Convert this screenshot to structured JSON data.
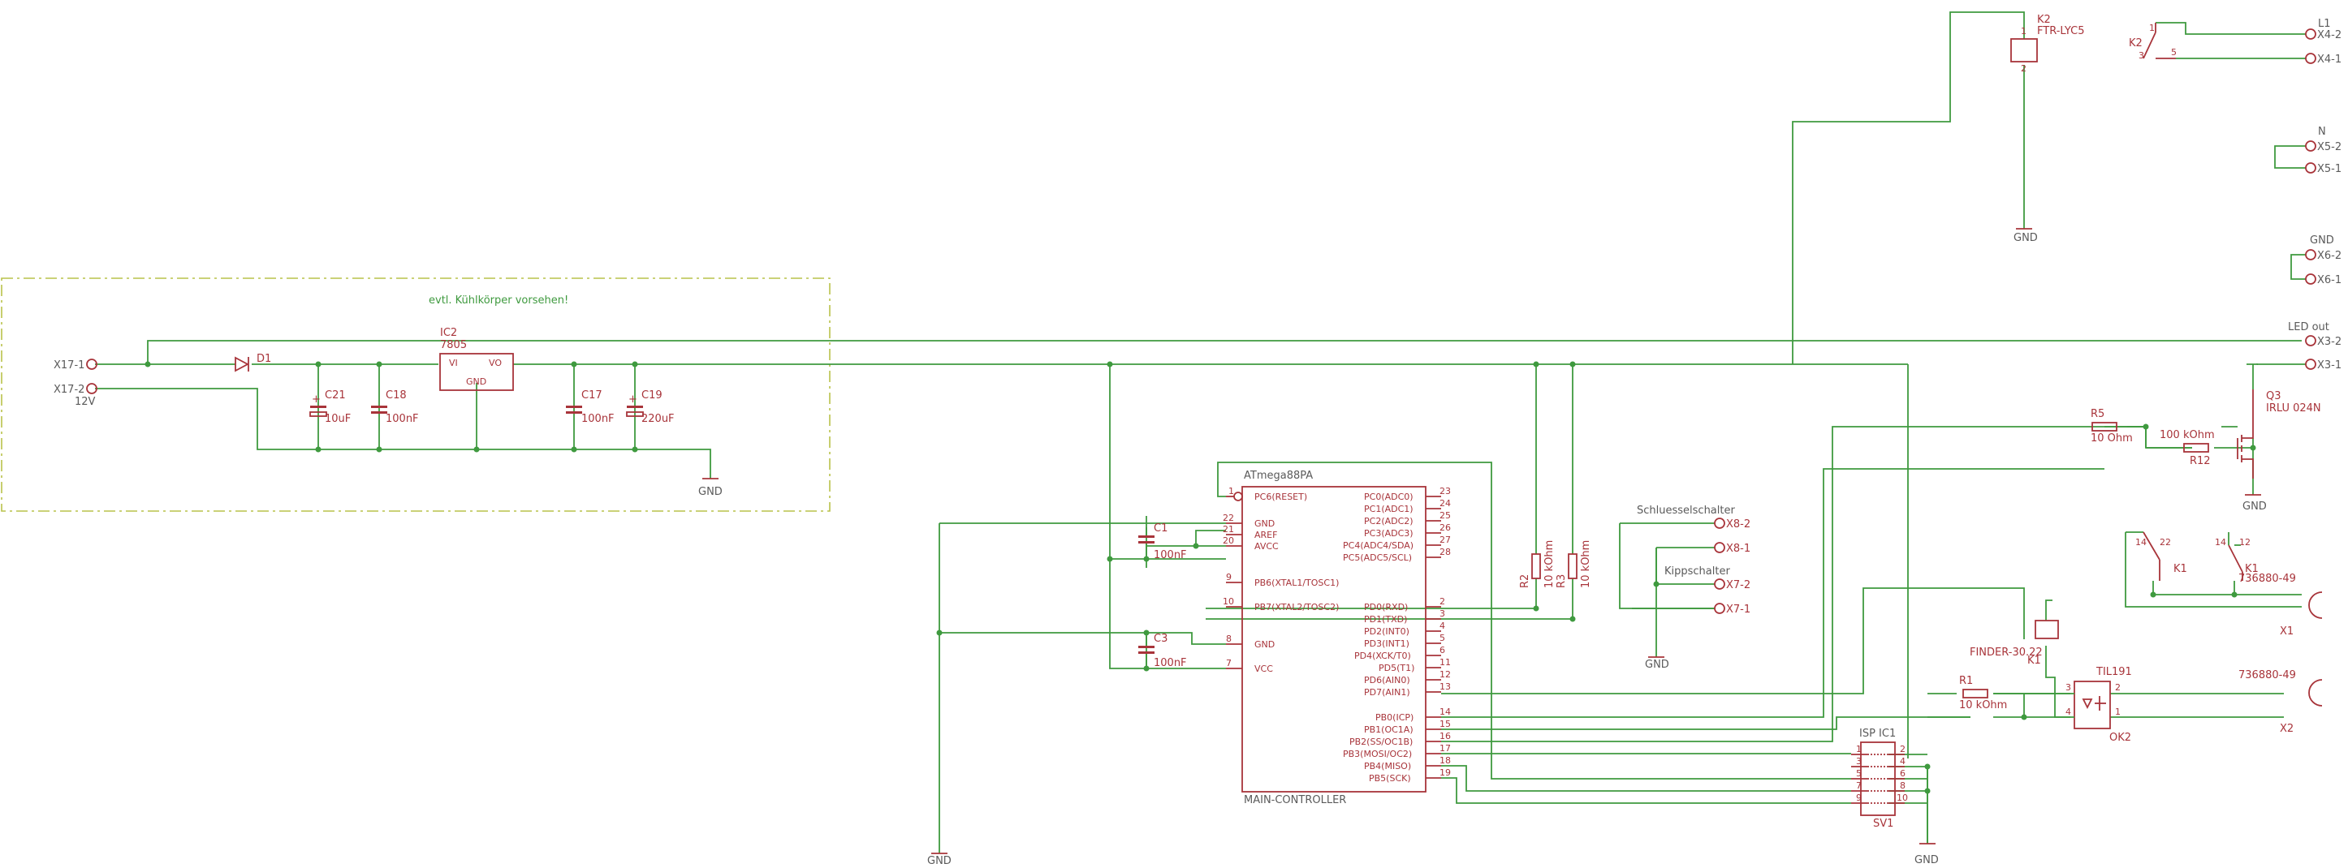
{
  "heatsink_note": "evtl. Kühlkörper vorsehen!",
  "connectors": {
    "x17_1": "X17-1",
    "x17_2": "X17-2",
    "x17_voltage": "12V",
    "x4_2": "X4-2",
    "x4_1": "X4-1",
    "x4_label": "L1",
    "x5_2": "X5-2",
    "x5_1": "X5-1",
    "x5_label": "N",
    "x6_2": "X6-2",
    "x6_1": "X6-1",
    "x6_label": "GND",
    "x3_2": "X3-2",
    "x3_1": "X3-1",
    "x3_label": "LED out",
    "x8_2": "X8-2",
    "x8_1": "X8-1",
    "x8_label": "Schluesselschalter",
    "x7_2": "X7-2",
    "x7_1": "X7-1",
    "x7_label": "Kippschalter"
  },
  "components": {
    "d1": "D1",
    "ic2_name": "IC2",
    "ic2_value": "7805",
    "ic2_vi": "VI",
    "ic2_vo": "VO",
    "ic2_gnd": "GND",
    "c21": "C21",
    "c21_val": "10uF",
    "c18": "C18",
    "c18_val": "100nF",
    "c17": "C17",
    "c17_val": "100nF",
    "c19": "C19",
    "c19_val": "220uF",
    "c1": "C1",
    "c1_val": "100nF",
    "c3": "C3",
    "c3_val": "100nF",
    "k2": "K2",
    "k2_type": "FTR-LYC5",
    "k2_contact": "K2",
    "k1": "K1",
    "k1_type": "FINDER-30.22",
    "k1_contact_a": "K1",
    "k1_contact_b": "K1",
    "k1_model": "736880-49",
    "x1": "X1",
    "x2": "X2",
    "x2_model": "736880-49",
    "q3": "Q3",
    "q3_type": "IRLU 024N",
    "r5": "R5",
    "r5_val": "10 Ohm",
    "r12": "R12",
    "r12_val": "100 kOhm",
    "r1": "R1",
    "r1_val": "10 kOhm",
    "r2": "R2",
    "r2_val": "10 kOhm",
    "r3": "R3",
    "r3_val": "10 kOhm",
    "ok2": "OK2",
    "ok2_type": "TIL191",
    "isp_name": "ISP IC1",
    "sv1": "SV1"
  },
  "mcu": {
    "type": "ATmega88PA",
    "name": "MAIN-CONTROLLER",
    "left_pins": [
      {
        "num": "1",
        "label": "PC6(RESET)"
      },
      {
        "num": "22",
        "label": "GND"
      },
      {
        "num": "21",
        "label": "AREF"
      },
      {
        "num": "20",
        "label": "AVCC"
      },
      {
        "num": "9",
        "label": "PB6(XTAL1/TOSC1)"
      },
      {
        "num": "10",
        "label": "PB7(XTAL2/TOSC2)"
      },
      {
        "num": "8",
        "label": "GND"
      },
      {
        "num": "7",
        "label": "VCC"
      }
    ],
    "right_pins": [
      {
        "num": "23",
        "label": "PC0(ADC0)"
      },
      {
        "num": "24",
        "label": "PC1(ADC1)"
      },
      {
        "num": "25",
        "label": "PC2(ADC2)"
      },
      {
        "num": "26",
        "label": "PC3(ADC3)"
      },
      {
        "num": "27",
        "label": "PC4(ADC4/SDA)"
      },
      {
        "num": "28",
        "label": "PC5(ADC5/SCL)"
      },
      {
        "num": "2",
        "label": "PD0(RXD)"
      },
      {
        "num": "3",
        "label": "PD1(TXD)"
      },
      {
        "num": "4",
        "label": "PD2(INT0)"
      },
      {
        "num": "5",
        "label": "PD3(INT1)"
      },
      {
        "num": "6",
        "label": "PD4(XCK/T0)"
      },
      {
        "num": "11",
        "label": "PD5(T1)"
      },
      {
        "num": "12",
        "label": "PD6(AIN0)"
      },
      {
        "num": "13",
        "label": "PD7(AIN1)"
      },
      {
        "num": "14",
        "label": "PB0(ICP)"
      },
      {
        "num": "15",
        "label": "PB1(OC1A)"
      },
      {
        "num": "16",
        "label": "PB2(SS/OC1B)"
      },
      {
        "num": "17",
        "label": "PB3(MOSI/OC2)"
      },
      {
        "num": "18",
        "label": "PB4(MISO)"
      },
      {
        "num": "19",
        "label": "PB5(SCK)"
      }
    ]
  },
  "gnd_label": "GND",
  "colors": {
    "wire": "#3f9a3f",
    "component": "#a8343a",
    "frame": "#b9c24a",
    "text": "#5a5a5a"
  }
}
